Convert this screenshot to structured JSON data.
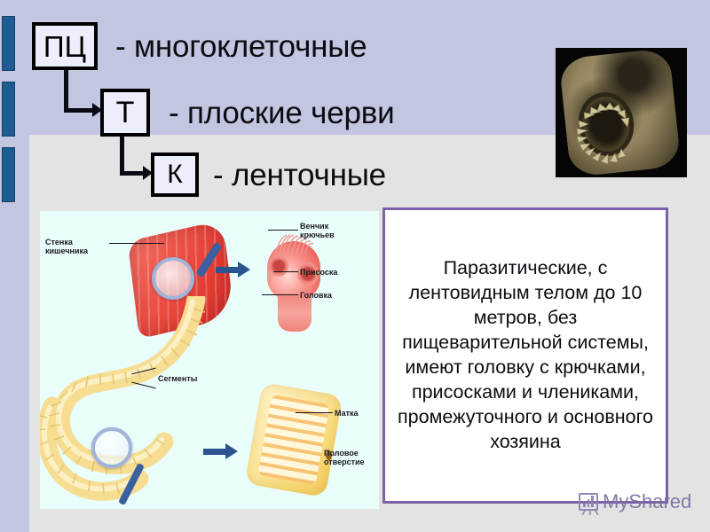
{
  "slide": {
    "background_top_color": "#c3c6e1",
    "background_bottom_color": "#e3e3e3"
  },
  "taxonomy": {
    "rows": [
      {
        "code": "ПЦ",
        "text": "- многоклеточные"
      },
      {
        "code": "Т",
        "text": "- плоские черви"
      },
      {
        "code": "К",
        "text": "- ленточные"
      }
    ]
  },
  "photo": {
    "caption": "scolex-electron-micrograph"
  },
  "diagram": {
    "labels": {
      "intestinal_wall": "Стенка\nкишечника",
      "hook_crown": "Венчик\nкрючьев",
      "sucker": "Присоска",
      "head": "Головка",
      "segments": "Сегменты",
      "uterus": "Матка",
      "genital_pore": "Половое\nотверстие"
    }
  },
  "description": {
    "body": "Паразитические, с лентовидным телом до 10 метров, без пищеварительной системы, имеют головку с крючками, присосками и члениками, промежуточного и основного хозяина",
    "border_color": "#7d5fa8"
  },
  "watermark": {
    "label": "MyShared",
    "color": "#7b6fa0"
  }
}
